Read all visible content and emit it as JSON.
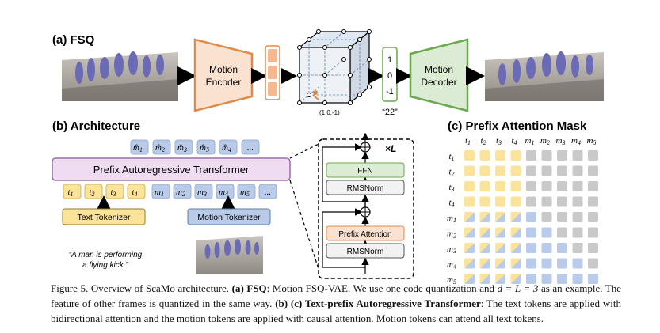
{
  "section_a": {
    "title": "(a) FSQ",
    "encoder": [
      "Motion",
      "Encoder"
    ],
    "decoder": [
      "Motion",
      "Decoder"
    ],
    "coord_label": "(1,0,-1)",
    "code_values": [
      "1",
      "0",
      "-1"
    ],
    "code_index": "“22”"
  },
  "section_b": {
    "title": "(b) Architecture",
    "transformer_label": "Prefix Autoregressive Transformer",
    "predicted_tokens": [
      "m̂",
      "m̂",
      "m̂",
      "m̂",
      "m̂",
      "..."
    ],
    "predicted_subs": [
      "1",
      "2",
      "3",
      "5",
      "4",
      ""
    ],
    "input_text_tokens": [
      "t",
      "t",
      "t",
      "t"
    ],
    "input_text_subs": [
      "1",
      "2",
      "3",
      "4"
    ],
    "input_motion_tokens": [
      "m",
      "m",
      "m",
      "m",
      "m",
      "..."
    ],
    "input_motion_subs": [
      "1",
      "2",
      "3",
      "4",
      "5",
      ""
    ],
    "text_tokenizer": "Text Tokenizer",
    "motion_tokenizer": "Motion Tokenizer",
    "prompt": [
      "“A man is performing",
      "a flying kick.”"
    ],
    "block": {
      "ffn": "FFN",
      "norm1": "RMSNorm",
      "attention": "Prefix Attention",
      "norm2": "RMSNorm",
      "repeat": "×L"
    }
  },
  "section_c": {
    "title": "(c) Prefix Attention Mask",
    "columns": [
      "t",
      "t",
      "t",
      "t",
      "m",
      "m",
      "m",
      "m",
      "m"
    ],
    "column_subs": [
      "1",
      "2",
      "3",
      "4",
      "1",
      "2",
      "3",
      "4",
      "5"
    ],
    "rows": [
      "t",
      "t",
      "t",
      "t",
      "m",
      "m",
      "m",
      "m",
      "m"
    ],
    "row_subs": [
      "1",
      "2",
      "3",
      "4",
      "1",
      "2",
      "3",
      "4",
      "5"
    ]
  },
  "caption": {
    "fig": "Figure 5. Overview of ScaMo architecture. ",
    "a_bold": "(a) FSQ",
    "a_text": ": Motion FSQ-VAE. We use one code quantization and ",
    "math": "d = L = 3",
    "a_text2": " as an example. The feature of other frames is quantized in the same way. ",
    "bc_bold": "(b) (c) Text-prefix Autoregressive Transformer",
    "bc_text": ": The text tokens are applied with bidirectional attention and the motion tokens are applied with causal attention. Motion tokens can attend all text tokens."
  },
  "colors": {
    "text_token": "#fbe39a",
    "motion_token": "#b9cbe8",
    "masked": "#c9c9c9",
    "encoder": "#fbe1d0",
    "encoder_border": "#e08a4a",
    "decoder": "#dcebd3",
    "decoder_border": "#6aa84f",
    "transformer": "#efdcf2"
  }
}
